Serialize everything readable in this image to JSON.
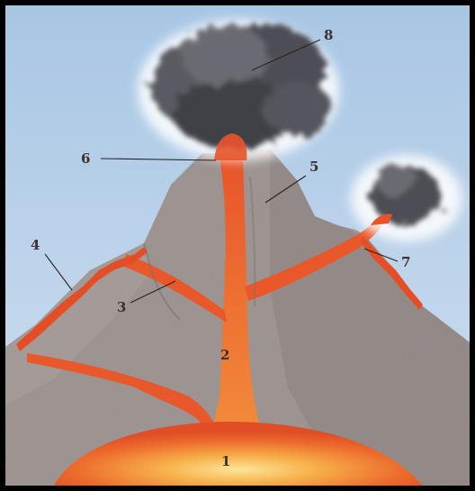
{
  "diagram": {
    "labels": {
      "l1": "1",
      "l2": "2",
      "l3": "3",
      "l4": "4",
      "l5": "5",
      "l6": "6",
      "l7": "7",
      "l8": "8"
    },
    "colors": {
      "sky_top": "#aac8e6",
      "sky_bottom": "#c9dbee",
      "rock": "#a49a98",
      "magma": "#e85a2a",
      "magma_core": "#fbe08a",
      "ash": "#4a4a52"
    }
  }
}
